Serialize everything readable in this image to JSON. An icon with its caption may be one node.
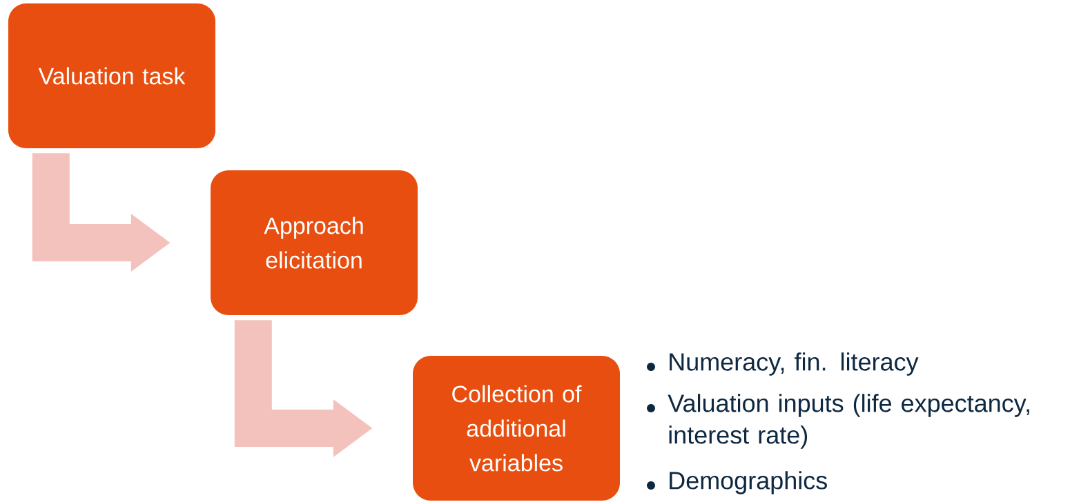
{
  "diagram": {
    "nodes": [
      {
        "text": [
          "Valuation task"
        ]
      },
      {
        "text": [
          "Approach elicitation"
        ]
      },
      {
        "text": [
          "Collection of additional variables"
        ],
        "beside": [
          "Numeracy, fin. literacy",
          "Valuation inputs (life expectancy, interest rate)",
          "Demographics"
        ]
      }
    ],
    "edges": [
      {
        "from": 0,
        "to": 1,
        "arrow": "to"
      },
      {
        "from": 1,
        "to": 2,
        "arrow": "to"
      }
    ]
  }
}
